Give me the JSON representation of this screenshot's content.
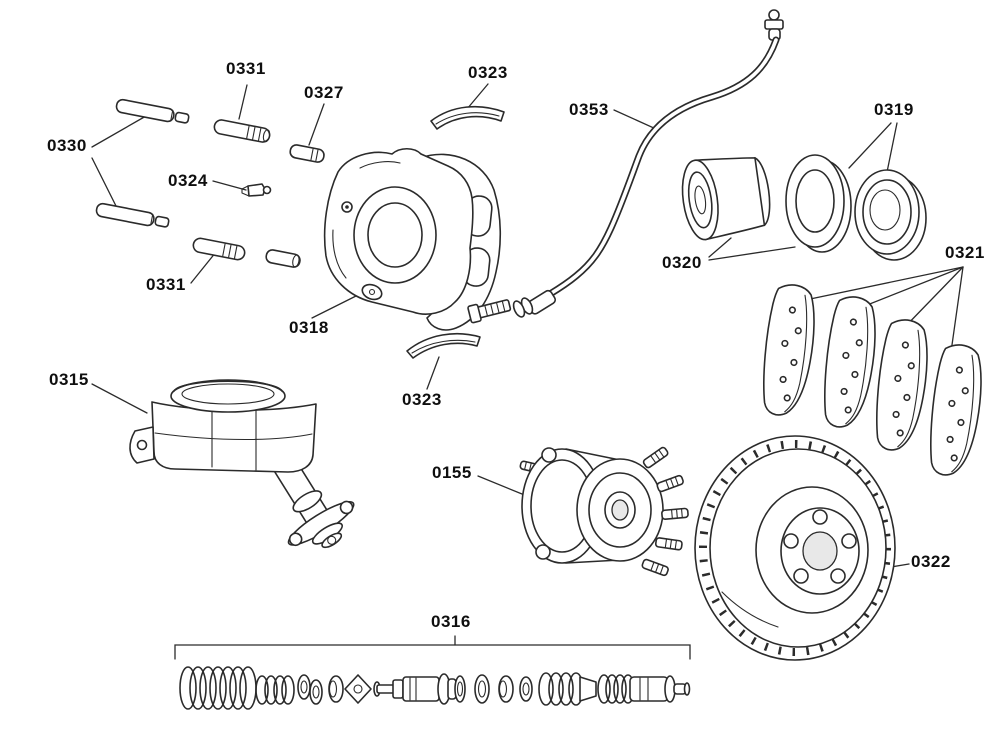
{
  "diagram": {
    "background_color": "#ffffff",
    "line_color": "#2b2b2b",
    "label_color": "#0f0f0f",
    "labels": {
      "l0330": "0330",
      "l0331_top": "0331",
      "l0327": "0327",
      "l0323_top": "0323",
      "l0353": "0353",
      "l0319": "0319",
      "l0324": "0324",
      "l0320": "0320",
      "l0321": "0321",
      "l0331_bottom": "0331",
      "l0318": "0318",
      "l0315": "0315",
      "l0323_bottom": "0323",
      "l0155": "0155",
      "l0322": "0322",
      "l0316": "0316"
    }
  }
}
